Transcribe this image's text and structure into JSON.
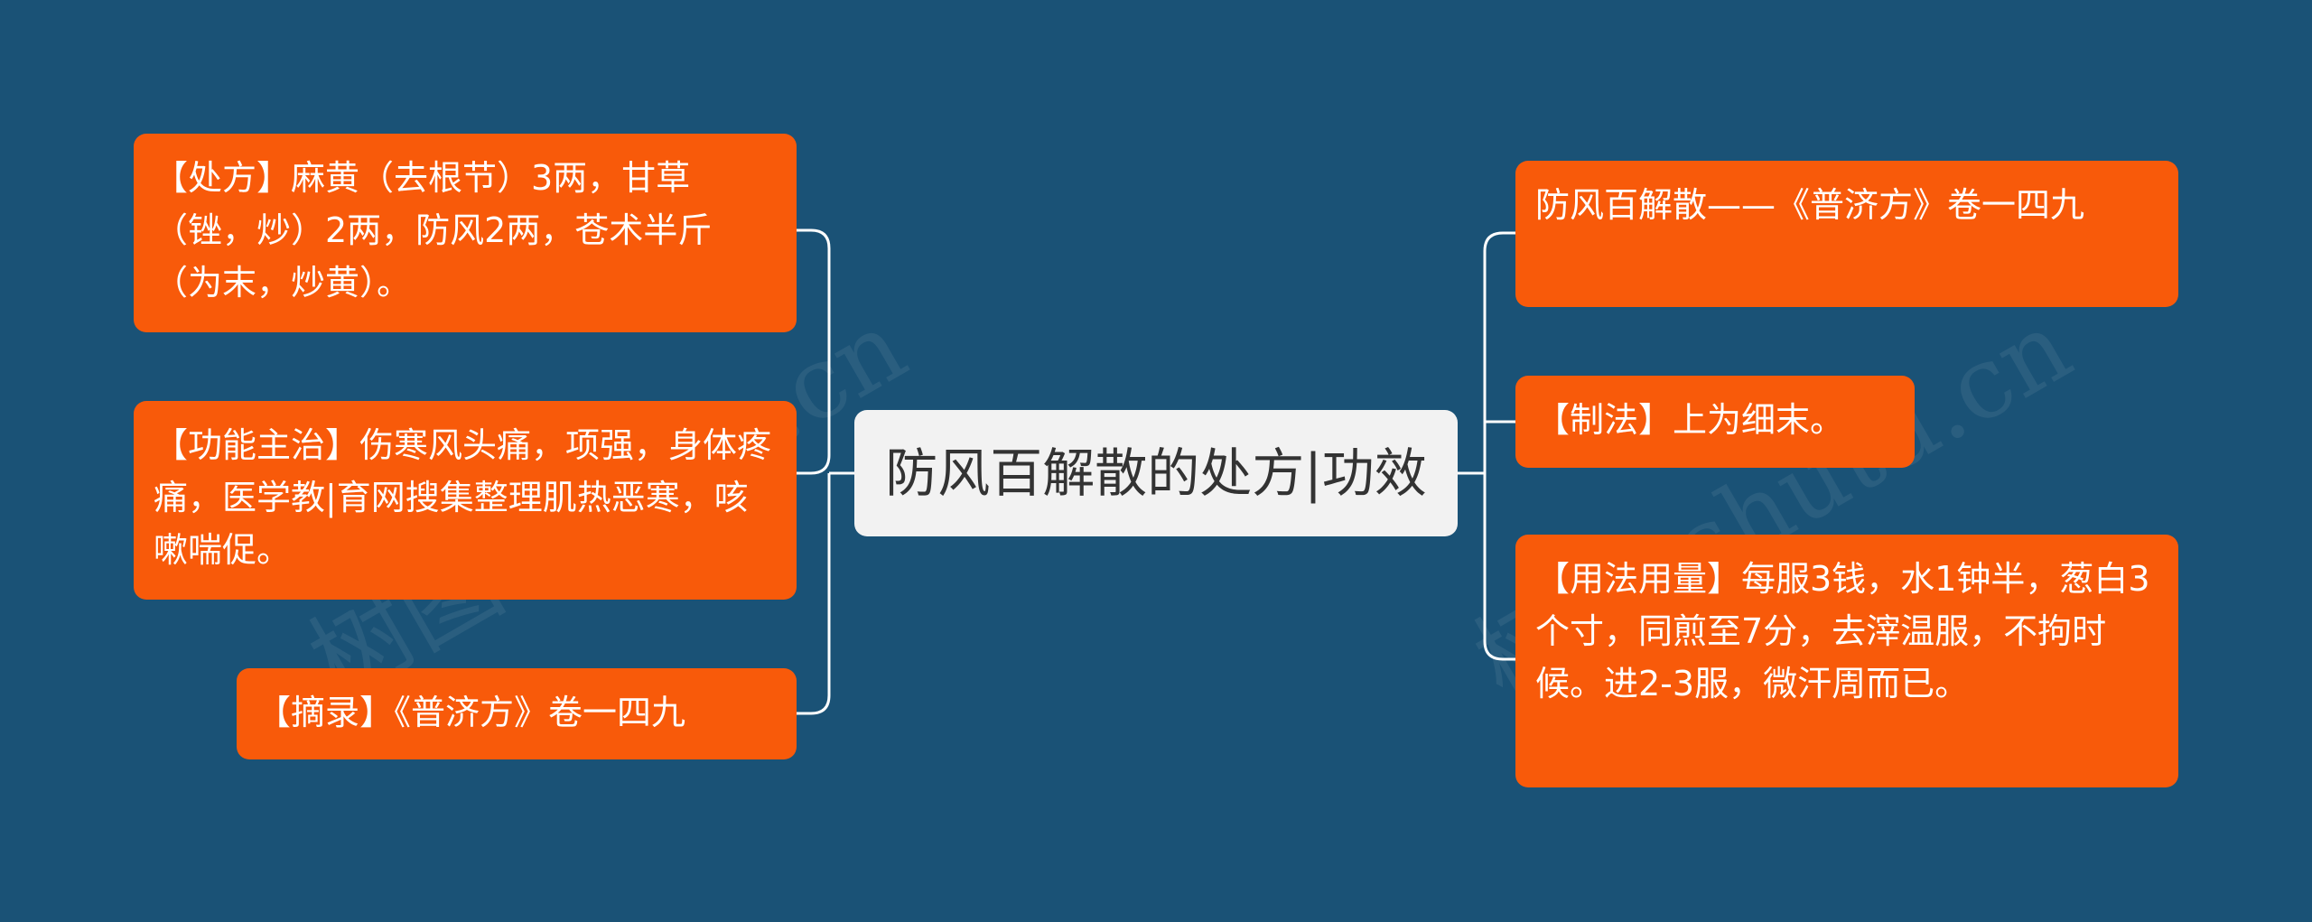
{
  "colors": {
    "background": "#1a5276",
    "node_fill": "#f85a0a",
    "center_fill": "#f2f2f2",
    "connector": "#ffffff"
  },
  "center": {
    "text": "防风百解散的处方|功效"
  },
  "left_nodes": [
    {
      "text": "【处方】麻黄（去根节）3两，甘草（锉，炒）2两，防风2两，苍术半斤（为末，炒黄）。"
    },
    {
      "text": "【功能主治】伤寒风头痛，项强，身体疼痛，医学教|育网搜集整理肌热恶寒，咳嗽喘促。"
    },
    {
      "text": "【摘录】《普济方》卷一四九"
    }
  ],
  "right_nodes": [
    {
      "text": "防风百解散——《普济方》卷一四九"
    },
    {
      "text": "【制法】上为细末。"
    },
    {
      "text": "【用法用量】每服3钱，水1钟半，葱白3个寸，同煎至7分，去滓温服，不拘时候。进2-3服，微汗周而已。"
    }
  ],
  "watermarks": [
    {
      "text": "树图 shutu.cn"
    },
    {
      "text": "树图 shutu.cn"
    }
  ]
}
